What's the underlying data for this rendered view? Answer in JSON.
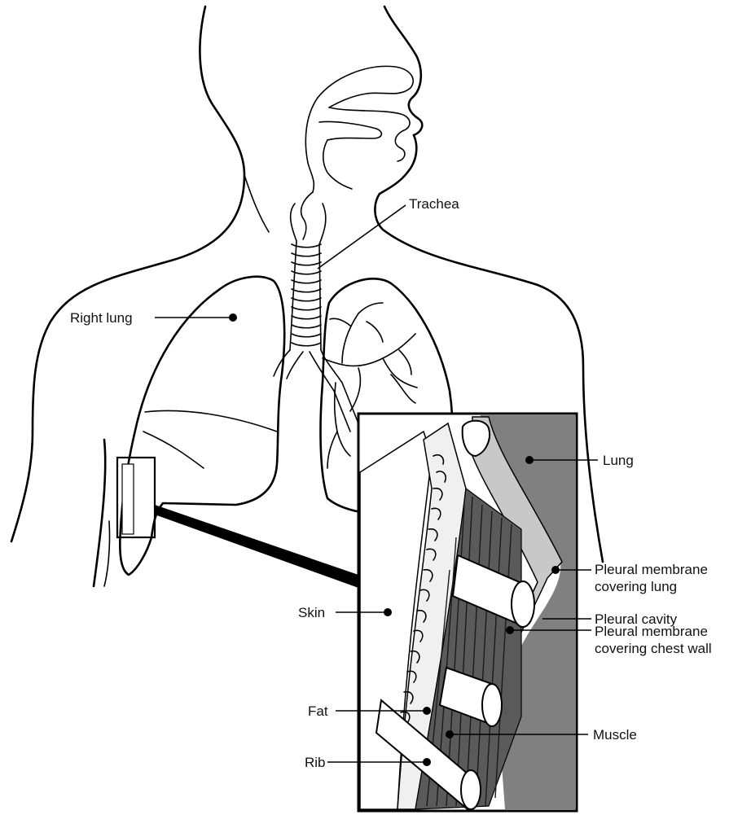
{
  "colors": {
    "lung_fill": "#777777",
    "inset_lung_fill": "#808080",
    "pleura_fill": "#c8c8c8",
    "line": "#000000",
    "background": "#ffffff"
  },
  "labels": {
    "trachea": "Trachea",
    "right_lung": "Right lung",
    "lung": "Lung",
    "pleural_membrane_lung_line1": "Pleural membrane",
    "pleural_membrane_lung_line2": "covering lung",
    "pleural_cavity": "Pleural cavity",
    "pleural_membrane_wall_line1": "Pleural membrane",
    "pleural_membrane_wall_line2": "covering chest wall",
    "skin": "Skin",
    "fat": "Fat",
    "muscle": "Muscle",
    "rib": "Rib"
  }
}
